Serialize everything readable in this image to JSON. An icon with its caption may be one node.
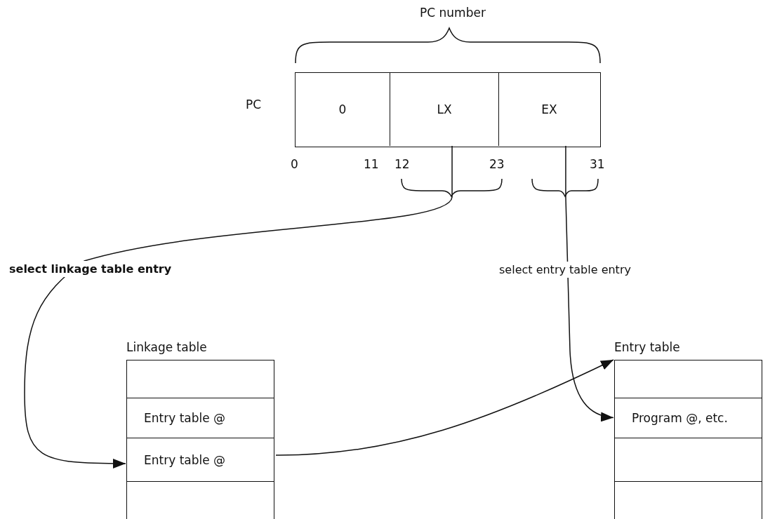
{
  "diagram": {
    "nodes": [
      {
        "text": [],
        "shape": "box",
        "beside": [
          "PC"
        ]
      },
      {
        "text": [
          "0"
        ],
        "in": 0
      },
      {
        "text": [
          "LX"
        ],
        "in": 0
      },
      {
        "text": [
          "EX"
        ],
        "in": 0
      },
      {
        "text": [
          "Linkage table"
        ]
      },
      {
        "text": [],
        "shape": "box",
        "in": 4
      },
      {
        "text": [
          "Entry table @"
        ],
        "in": 4
      },
      {
        "text": [
          "Entry table @"
        ],
        "in": 4
      },
      {
        "text": [],
        "shape": "box",
        "in": 4
      },
      {
        "text": [
          "Entry table"
        ]
      },
      {
        "text": [],
        "shape": "box",
        "in": 9
      },
      {
        "text": [
          "Program @, etc."
        ],
        "in": 9
      },
      {
        "text": [],
        "shape": "box",
        "in": 9
      },
      {
        "text": [],
        "shape": "box",
        "in": 9
      }
    ],
    "edges": [
      {
        "from": 2,
        "to": 7,
        "arrow": "to",
        "label": "select linkage table entry"
      },
      {
        "from": 3,
        "to": 11,
        "arrow": "to",
        "label": "select entry table entry"
      },
      {
        "from": 7,
        "to": 9,
        "arrow": "to"
      }
    ],
    "labels": [
      "PC number",
      "0",
      "11",
      "12",
      "23",
      "31"
    ]
  }
}
